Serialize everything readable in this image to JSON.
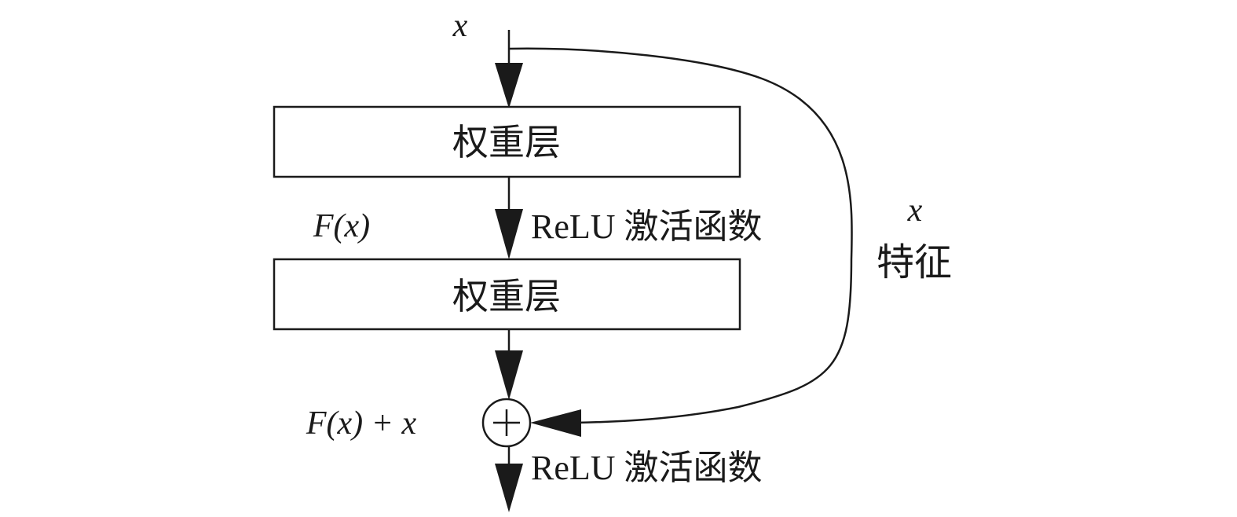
{
  "input": {
    "label": "x"
  },
  "layers": [
    {
      "label": "权重层"
    },
    {
      "label": "权重层"
    }
  ],
  "intermediate": {
    "label": "F(x)",
    "activation": "ReLU 激活函数"
  },
  "shortcut": {
    "symbol": "x",
    "caption": "特征"
  },
  "sum": {
    "label": "F(x) + x",
    "activation": "ReLU 激活函数"
  }
}
